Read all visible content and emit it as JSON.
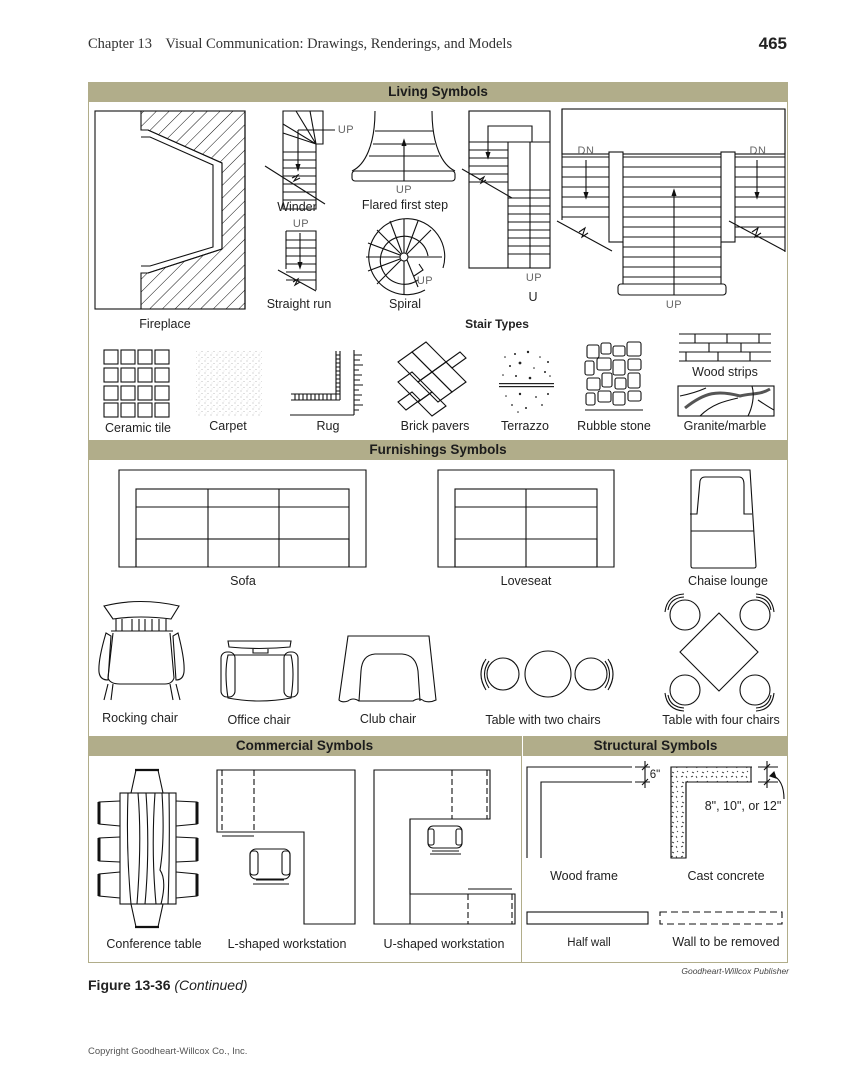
{
  "header": {
    "chapter": "Chapter 13",
    "title": "Visual Communication: Drawings, Renderings, and Models",
    "page_number": "465"
  },
  "sections": {
    "living": {
      "title": "Living Symbols",
      "items": {
        "fireplace": "Fireplace",
        "winder": "Winder",
        "flared_first_step": "Flared first step",
        "straight_run": "Straight run",
        "spiral": "Spiral",
        "u": "U",
        "stair_types": "Stair Types",
        "ceramic_tile": "Ceramic tile",
        "carpet": "Carpet",
        "rug": "Rug",
        "brick_pavers": "Brick pavers",
        "terrazzo": "Terrazzo",
        "rubble_stone": "Rubble stone",
        "wood_strips": "Wood strips",
        "granite_marble": "Granite/marble"
      },
      "annotations": {
        "up": "UP",
        "dn": "DN"
      }
    },
    "furnishings": {
      "title": "Furnishings Symbols",
      "items": {
        "sofa": "Sofa",
        "loveseat": "Loveseat",
        "chaise_lounge": "Chaise lounge",
        "rocking_chair": "Rocking chair",
        "office_chair": "Office chair",
        "club_chair": "Club chair",
        "table_two_chairs": "Table with two chairs",
        "table_four_chairs": "Table with four chairs"
      }
    },
    "commercial": {
      "title": "Commercial Symbols",
      "items": {
        "conference_table": "Conference table",
        "l_workstation": "L-shaped workstation",
        "u_workstation": "U-shaped workstation"
      }
    },
    "structural": {
      "title": "Structural Symbols",
      "items": {
        "wood_frame": "Wood frame",
        "cast_concrete": "Cast concrete",
        "half_wall": "Half wall",
        "wall_removed": "Wall to be removed"
      },
      "dimensions": {
        "wood_frame": "6\"",
        "cast_concrete": "8\", 10\", or 12\""
      }
    }
  },
  "credit": "Goodheart-Willcox Publisher",
  "figure": {
    "number": "Figure 13-36",
    "note": "(Continued)"
  },
  "copyright": "Copyright Goodheart-Willcox Co., Inc."
}
